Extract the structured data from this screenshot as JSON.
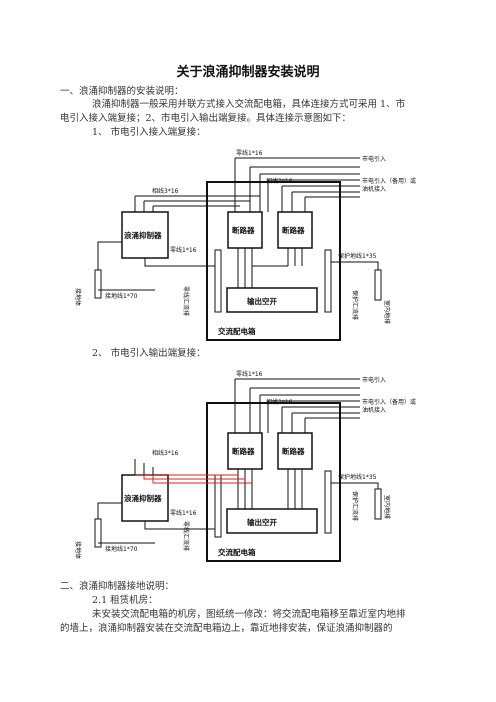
{
  "doc": {
    "title": "关于浪涌抑制器安装说明",
    "s1_heading": "一、浪涌抑制器的安装说明：",
    "s1_para_l1": "浪涌抑制器一般采用并联方式接入交流配电箱，具体连接方式可采用 1、市",
    "s1_para_l2": "电引入接入端复接；2、市电引入输出端复接。具体连接示意图如下：",
    "item1": "1、  市电引入接入端复接：",
    "item2": "2、  市电引入输出端复接：",
    "s2_heading": "二、浪涌抑制器接地说明：",
    "s2_sub": "2.1  租赁机房：",
    "s2_para_l1": "未安装交流配电箱的机房，图纸统一修改：将交流配电箱移至靠近室内地排",
    "s2_para_l2": "的墙上，浪涌抑制器安装在交流配电箱边上，靠近地排安装，保证浪涌抑制器的"
  },
  "fig1": {
    "wire_top": "零线1*16",
    "mains_in": "市电引入",
    "phase": "相线3*16",
    "mains_backup_l1": "市电引入（备用）或",
    "mains_backup_l2": "油机接入",
    "phase_left": "相线3*16",
    "spd": "浪涌抑制器",
    "breaker1": "断路器",
    "breaker2": "断路器",
    "neutral_left": "零线1*16",
    "protect_wire": "保护地线1*35",
    "ground_wire": "接地线1*70",
    "ground_body": "接地体",
    "neutral_bar": "零线汇流排",
    "protect_bar": "保护汇流排",
    "output_switch": "输出空开",
    "ac_box": "交流配电箱",
    "indoor_bar": "室内地排"
  },
  "fig2": {
    "wire_top": "零线1*16",
    "mains_in": "市电引入",
    "phase": "相线3*16",
    "mains_backup_l1": "市电引入（备用）或",
    "mains_backup_l2": "油机接入",
    "phase_left": "相线3*16",
    "spd": "浪涌抑制器",
    "breaker1": "断路器",
    "breaker2": "断路器",
    "neutral_left": "零线1*16",
    "protect_wire": "保护地线1*35",
    "ground_wire": "接地线1*70",
    "ground_body": "接地体",
    "neutral_bar": "零线汇流排",
    "protect_bar": "保护汇流排",
    "output_switch": "输出空开",
    "ac_box": "交流配电箱",
    "indoor_bar": "室内地排"
  }
}
